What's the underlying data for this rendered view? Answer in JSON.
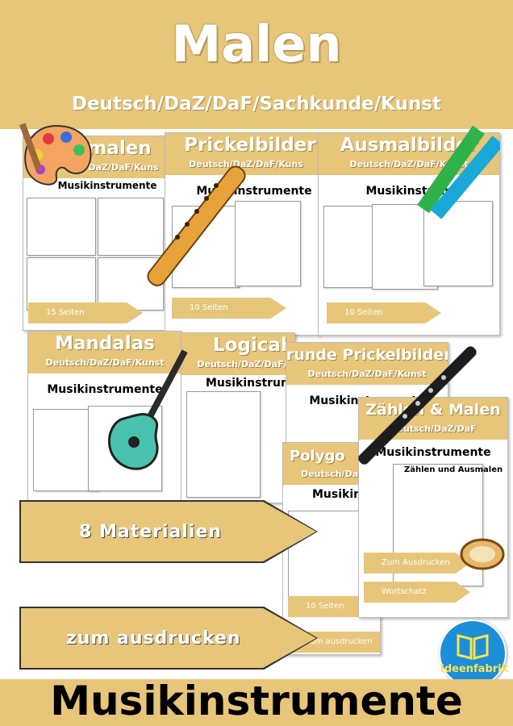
{
  "header": {
    "title": "Malen",
    "subtitle": "Deutsch/DaZ/DaF/Sachkunde/Kunst"
  },
  "cards": [
    {
      "title": "malen",
      "subtitle": "DaZ/DaF/Kuns",
      "topic": "Musikinstrumente",
      "pages": "15 Seiten"
    },
    {
      "title": "Prickelbilder",
      "subtitle": "Deutsch/DaZ/DaF/Kuns",
      "topic": "Musikinstrumente",
      "pages": "10 Seiten"
    },
    {
      "title": "Ausmalbilder",
      "subtitle": "Deutsch/DaZ/DaF/Kunst",
      "topic": "Musikinstrume",
      "pages": "10 Seiten"
    },
    {
      "title": "Mandalas",
      "subtitle": "Deutsch/DaZ/DaF/Kunst",
      "topic": "Musikinstrumente"
    },
    {
      "title": "Logical",
      "subtitle": "Deutsch/DaZ/DaF/",
      "topic": "Musikinstrume"
    },
    {
      "title": "runde Prickelbilder",
      "subtitle": "Deutsch/DaZ/DaF/Kunst",
      "topic": "Musikinstrumente"
    },
    {
      "title": "Polygo",
      "subtitle": "Deutsch/Da",
      "topic": "Musikins",
      "pages": "10 Seiten",
      "extra": "zum ausdrucken"
    },
    {
      "title": "Zählen & Malen",
      "subtitle": "Deutsch/DaZ/DaF",
      "topic": "Musikinstrumente",
      "heading": "Zählen und Ausmalen",
      "tag1": "Zum Ausdrucken",
      "tag2": "Wortschatz"
    }
  ],
  "arrows": {
    "materials": "8 Materialien",
    "print": "zum ausdrucken"
  },
  "badge": {
    "label": "Ideenfabrik"
  },
  "footer": {
    "title": "Musikinstrumente"
  },
  "colors": {
    "band": "#e7c579",
    "badge": "#1d8fd8",
    "badge_text": "#ffe34d"
  }
}
